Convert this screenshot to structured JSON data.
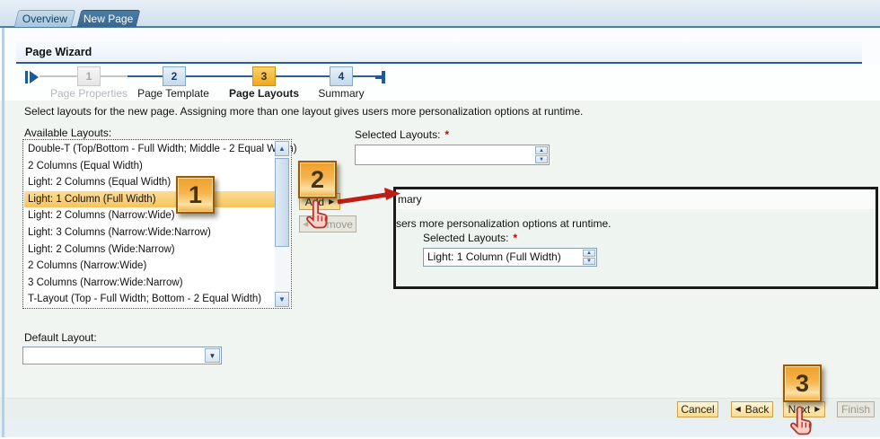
{
  "window": {
    "tabs": [
      {
        "label": "Overview",
        "active": false
      },
      {
        "label": "New Page",
        "active": true
      }
    ]
  },
  "wizard": {
    "title": "Page Wizard",
    "steps": [
      {
        "num": "1",
        "label": "Page Properties",
        "state": "disabled"
      },
      {
        "num": "2",
        "label": "Page Template",
        "state": "visited"
      },
      {
        "num": "3",
        "label": "Page Layouts",
        "state": "current"
      },
      {
        "num": "4",
        "label": "Summary",
        "state": "upcoming"
      }
    ],
    "instruction": "Select layouts for the new page. Assigning more than one layout gives users more personalization options at runtime."
  },
  "available_layouts": {
    "label": "Available Layouts:",
    "selected_index": 3,
    "items": [
      "Double-T (Top/Bottom - Full Width; Middle - 2 Equal Width)",
      "2 Columns (Equal Width)",
      "Light: 2 Columns (Equal Width)",
      "Light: 1 Column (Full Width)",
      "Light: 2 Columns (Narrow:Wide)",
      "Light: 3 Columns (Narrow:Wide:Narrow)",
      "Light: 2 Columns (Wide:Narrow)",
      "2 Columns (Narrow:Wide)",
      "3 Columns (Narrow:Wide:Narrow)",
      "T-Layout (Top - Full Width; Bottom - 2 Equal Width)"
    ]
  },
  "selected_layouts": {
    "label": "Selected Layouts:",
    "required_marker": "*",
    "value": ""
  },
  "actions": {
    "add": "Add",
    "remove": "Remove"
  },
  "inset": {
    "partial_title": "mary",
    "partial_text": "sers more personalization options at runtime.",
    "selected_label": "Selected Layouts:",
    "required_marker": "*",
    "value": "Light: 1 Column (Full Width)"
  },
  "default_layout": {
    "label": "Default Layout:",
    "value": ""
  },
  "footer": {
    "cancel": "Cancel",
    "back": "Back",
    "next": "Next",
    "finish": "Finish"
  },
  "callouts": {
    "one": "1",
    "two": "2",
    "three": "3"
  },
  "icons": {
    "scroll_up": "▲",
    "scroll_down": "▼",
    "spinner_up": "▲",
    "spinner_down": "▼",
    "dropdown_arrow": "▼",
    "triangle_right": "▶",
    "triangle_left": "◀"
  },
  "colors": {
    "active_tab": "#36678f",
    "step_current": "#f0a81d",
    "highlight_row": "#f8c45c",
    "callout_fill": "#f3ae3c",
    "annotation_arrow": "#bf1d15",
    "required_marker": "#cc0000",
    "roadmap_line": "#2d618f"
  }
}
